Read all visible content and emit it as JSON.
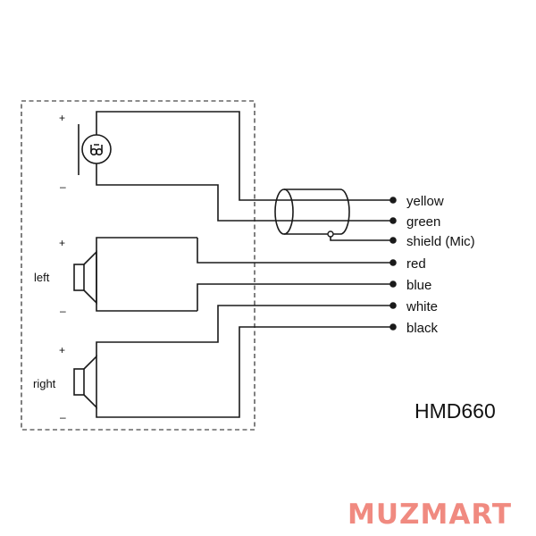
{
  "model": "HMD660",
  "brand": {
    "text": "MUZMART",
    "color": "#f08a80"
  },
  "microphone": {
    "plus": "+",
    "minus": "–",
    "icon": "microphone-icon"
  },
  "left_speaker": {
    "label": "left",
    "plus": "+",
    "minus": "–",
    "icon": "speaker-icon"
  },
  "right_speaker": {
    "label": "right",
    "plus": "+",
    "minus": "–",
    "icon": "speaker-icon"
  },
  "wires": [
    {
      "label": "yellow"
    },
    {
      "label": "green"
    },
    {
      "label": "shield (Mic)"
    },
    {
      "label": "red"
    },
    {
      "label": "blue"
    },
    {
      "label": "white"
    },
    {
      "label": "black"
    }
  ],
  "colors": {
    "line": "#1a1a1a"
  }
}
